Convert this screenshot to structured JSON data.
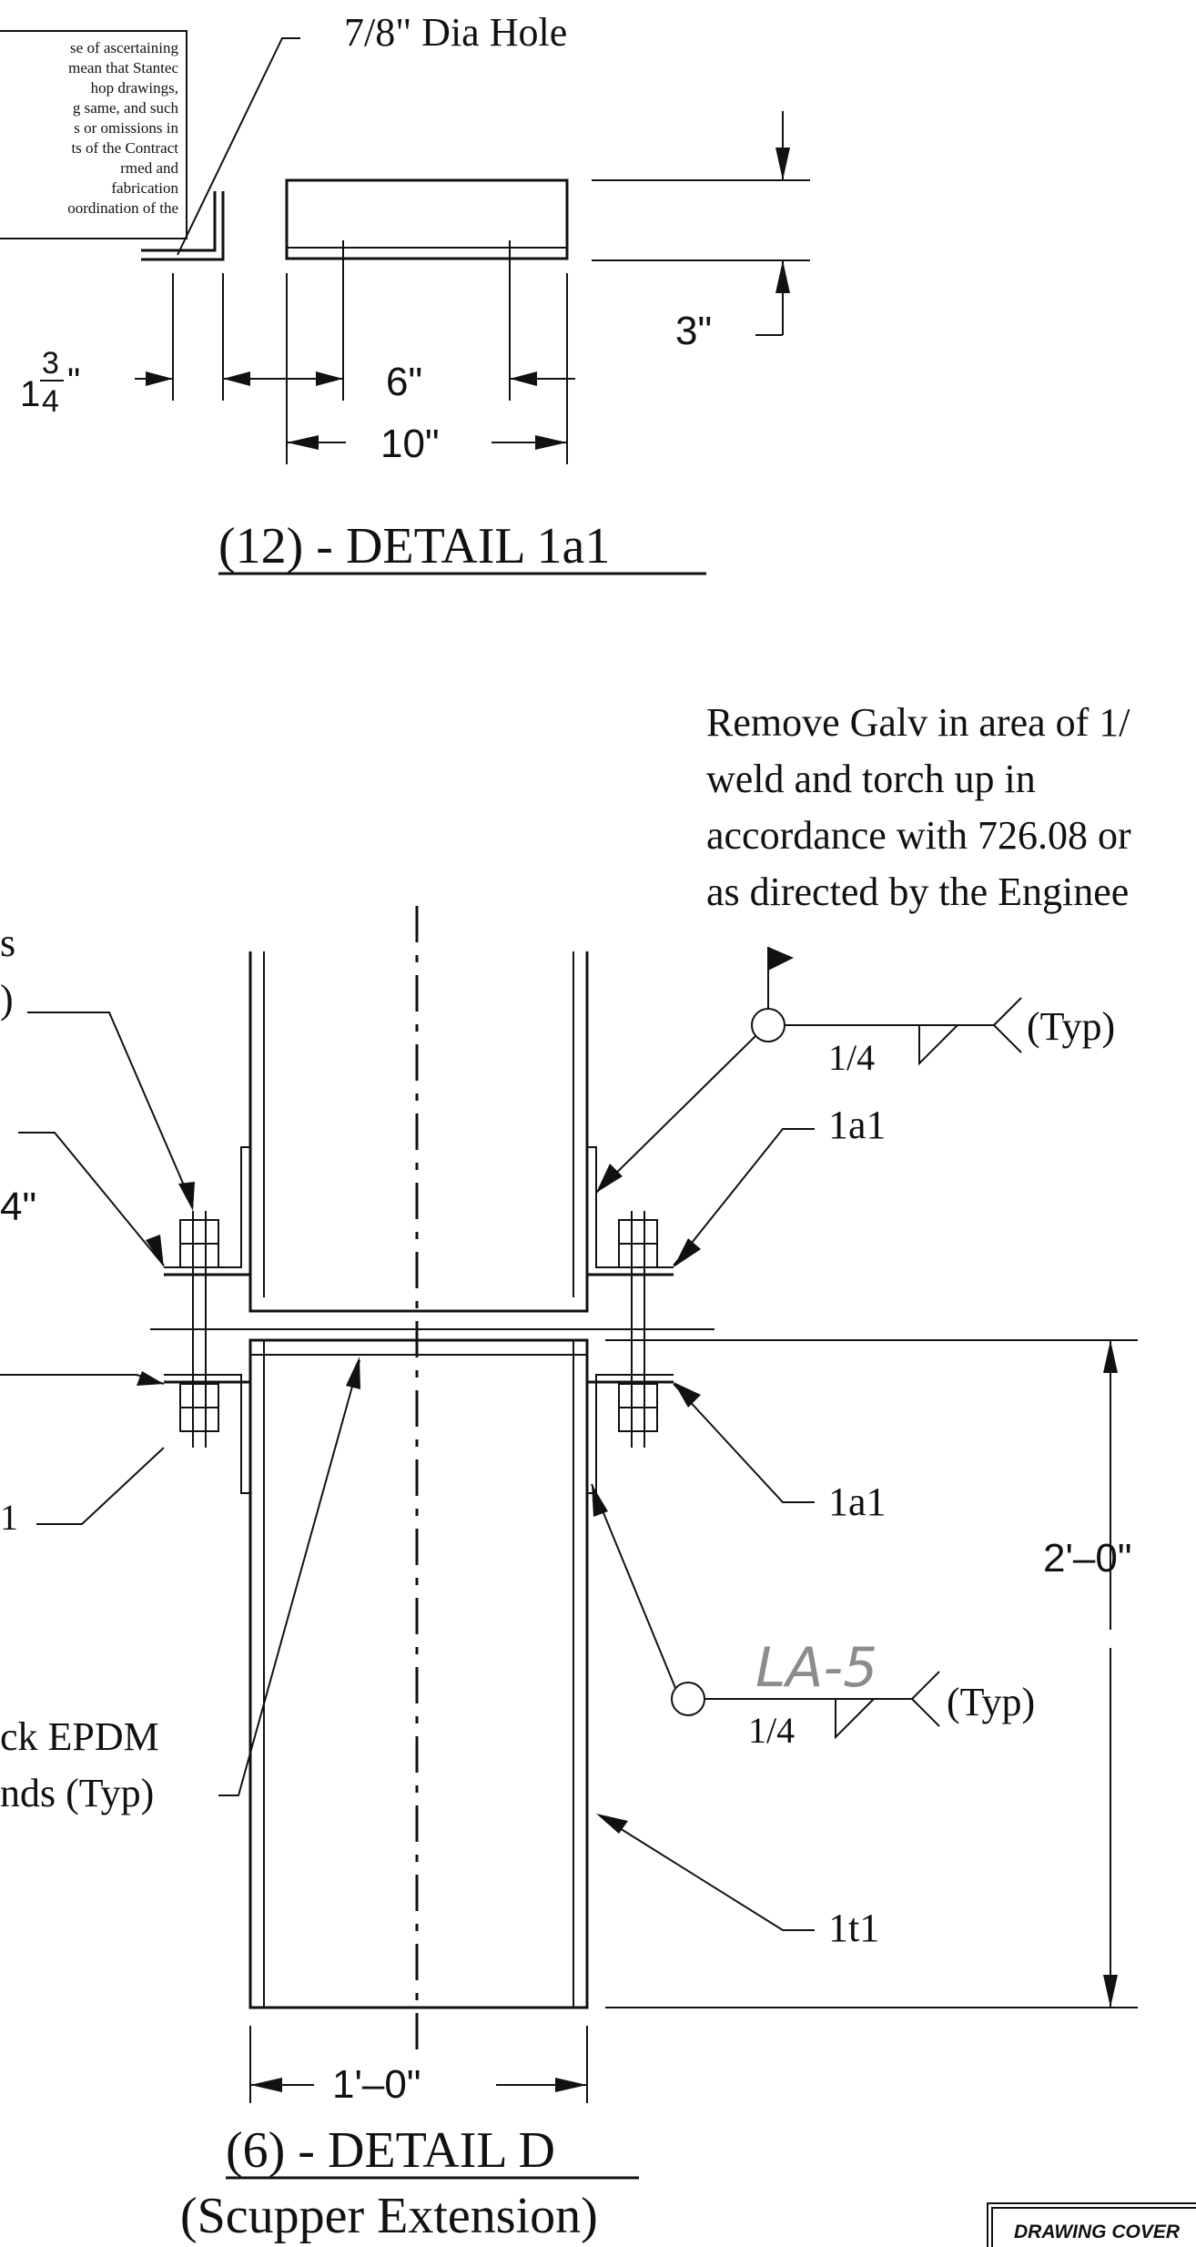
{
  "stamp": {
    "lines": [
      "se of ascertaining",
      "mean that Stantec",
      "hop drawings,",
      "g same, and such",
      "s or omissions in",
      "ts of the Contract",
      "rmed and",
      "fabrication",
      "oordination of the"
    ]
  },
  "detail_1a1": {
    "hole_callout": "7/8\" Dia Hole",
    "dim_height": "3\"",
    "dim_left_whole": "1",
    "dim_left_num": "3",
    "dim_left_den": "4",
    "dim_left_unit": "\"",
    "dim_six": "6\"",
    "dim_ten": "10\"",
    "title": "(12) - DETAIL 1a1"
  },
  "detail_d": {
    "note_lines": [
      "Remove Galv in area of 1/",
      "weld and torch up in",
      "accordance with 726.08 or",
      "as directed by the Enginee"
    ],
    "weld_top_size": "1/4",
    "weld_top_typ": "(Typ)",
    "callout_1a1_upper": "1a1",
    "callout_1a1_lower": "1a1",
    "dim_four": "4\"",
    "dim_two_ft": "2'–0\"",
    "handwritten_mark": "LA-5",
    "weld_bottom_size": "1/4",
    "weld_bottom_typ": "(Typ)",
    "epdm_line1": "ck EPDM",
    "epdm_line2": "nds (Typ)",
    "callout_1t1": "1t1",
    "dim_one_ft": "1'–0\"",
    "title": "(6) - DETAIL D",
    "subtitle": "(Scupper Extension)",
    "left_partial_s": "s",
    "left_partial_paren": ")",
    "left_partial_1": "1"
  },
  "title_block": {
    "label": "DRAWING COVER"
  }
}
